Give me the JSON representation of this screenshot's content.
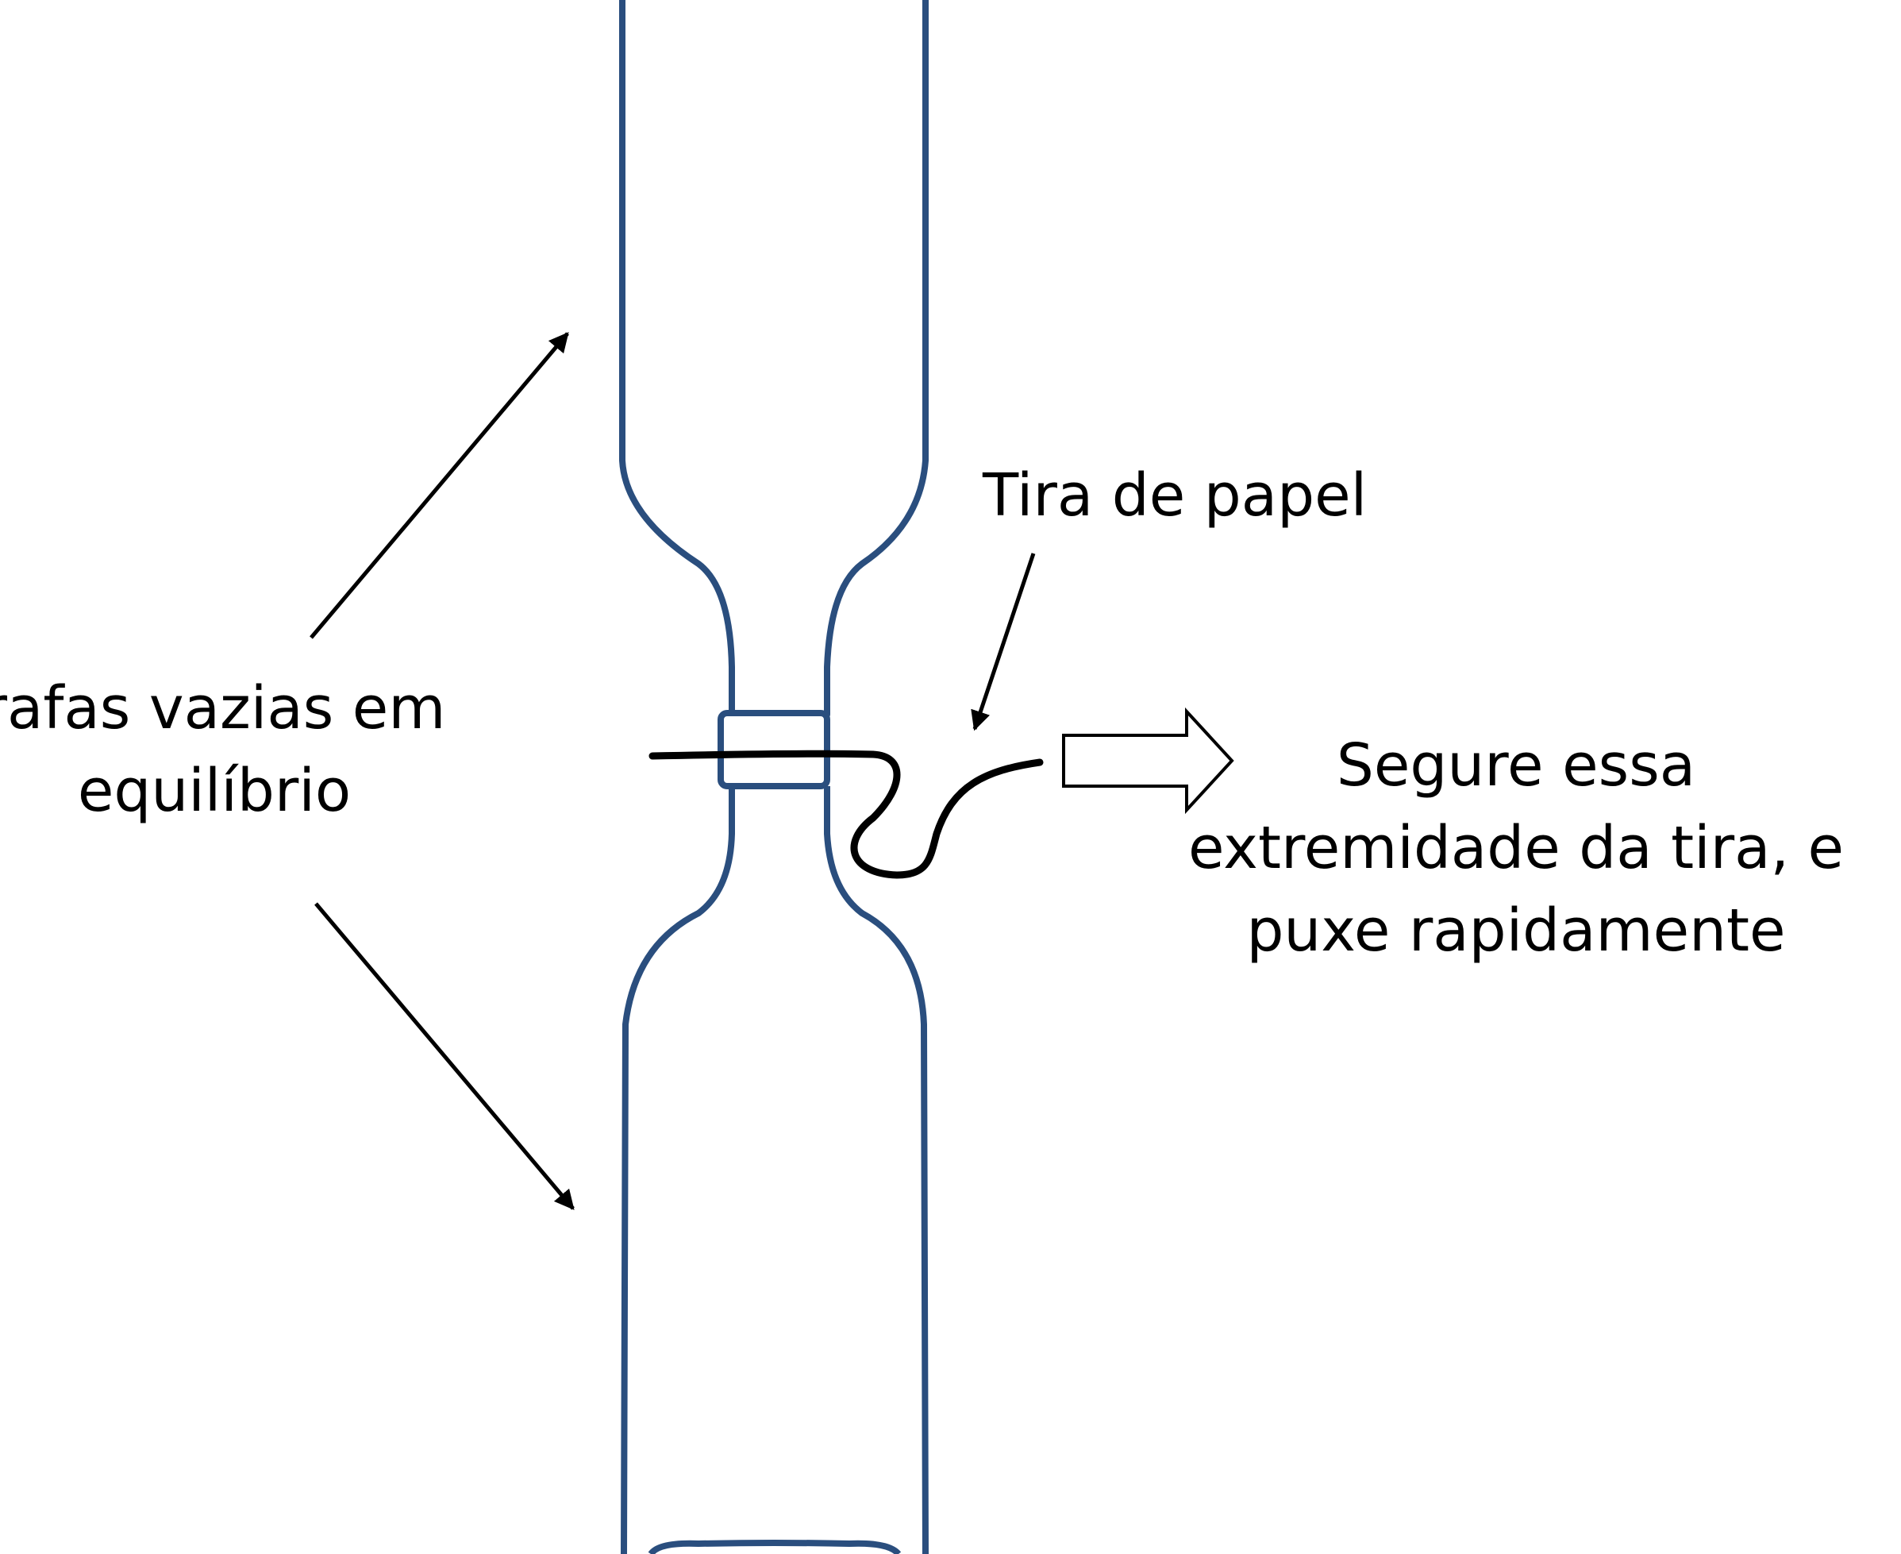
{
  "labels": {
    "bottles": [
      "rafas vazias em",
      "equilíbrio"
    ],
    "strip": "Tira de papel",
    "instruction": [
      "Segure essa",
      "extremidade da tira, e",
      "puxe rapidamente"
    ]
  },
  "colors": {
    "bottle_outline": "#2a4e7e",
    "arrow": "#000000",
    "strip": "#000000",
    "text": "#000000"
  }
}
